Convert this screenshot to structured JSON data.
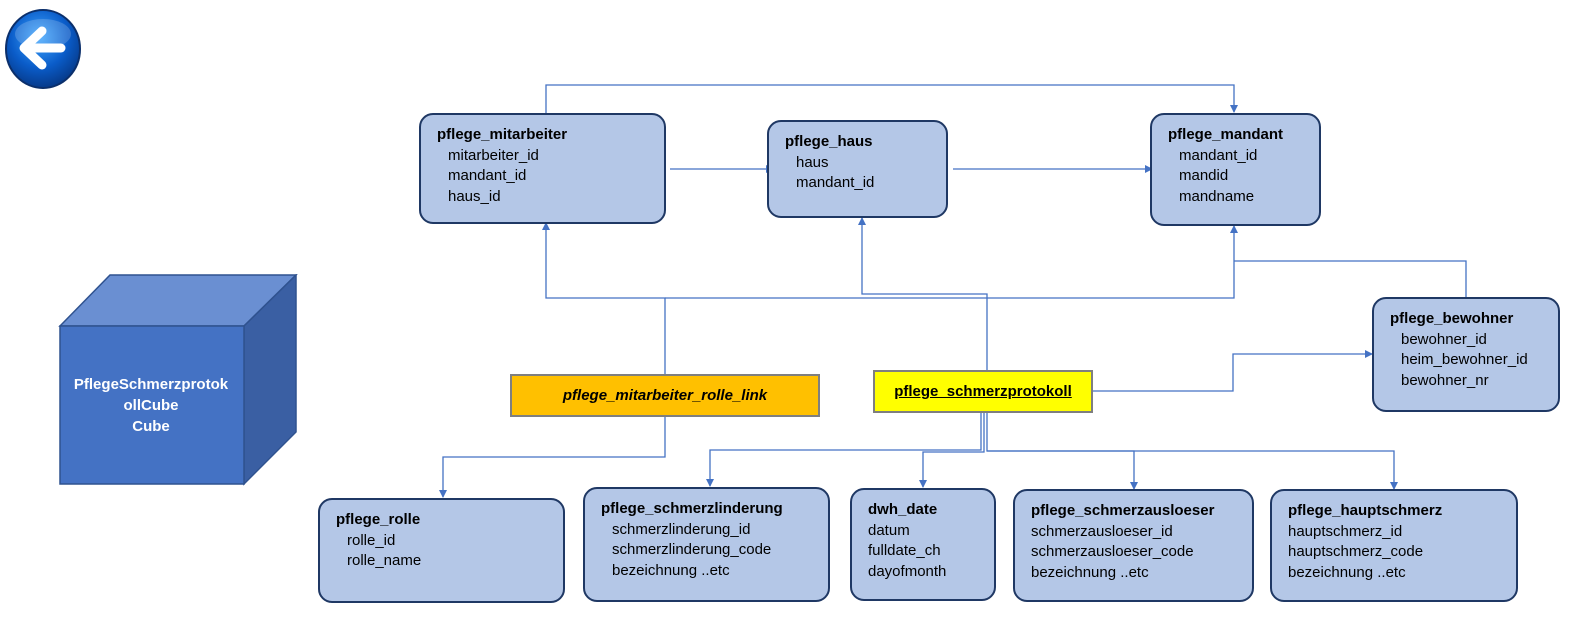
{
  "nav": {
    "back_icon": "back-arrow-icon"
  },
  "cube": {
    "lines": [
      "PflegeSchmerzprotok",
      "ollCube",
      "Cube"
    ]
  },
  "facts": {
    "rolle_link": "pflege_mitarbeiter_rolle_link",
    "schmerzprotokoll": "pflege_schmerzprotokoll"
  },
  "entities": {
    "mitarbeiter": {
      "title": "pflege_mitarbeiter",
      "fields": [
        "mitarbeiter_id",
        "mandant_id",
        "haus_id"
      ]
    },
    "haus": {
      "title": "pflege_haus",
      "fields": [
        "haus",
        "mandant_id"
      ]
    },
    "mandant": {
      "title": "pflege_mandant",
      "fields": [
        "mandant_id",
        "mandid",
        "mandname"
      ]
    },
    "bewohner": {
      "title": "pflege_bewohner",
      "fields": [
        "bewohner_id",
        "heim_bewohner_id",
        "bewohner_nr"
      ]
    },
    "rolle": {
      "title": "pflege_rolle",
      "fields": [
        "rolle_id",
        "rolle_name"
      ]
    },
    "schmerzlinderung": {
      "title": "pflege_schmerzlinderung",
      "fields": [
        "schmerzlinderung_id",
        "schmerzlinderung_code",
        "bezeichnung ..etc"
      ]
    },
    "dwh_date": {
      "title": "dwh_date",
      "fields": [
        "datum",
        "fulldate_ch",
        "dayofmonth"
      ]
    },
    "schmerzausloeser": {
      "title": "pflege_schmerzausloeser",
      "fields": [
        "schmerzausloeser_id",
        "schmerzausloeser_code",
        "bezeichnung ..etc"
      ]
    },
    "hauptschmerz": {
      "title": "pflege_hauptschmerz",
      "fields": [
        "hauptschmerz_id",
        "hauptschmerz_code",
        "bezeichnung ..etc"
      ]
    }
  },
  "colors": {
    "entity_fill": "#b4c7e7",
    "entity_border": "#1f3864",
    "connector": "#4472c4",
    "fact_orange": "#ffc000",
    "fact_yellow": "#ffff00",
    "cube_front": "#4472c4"
  }
}
